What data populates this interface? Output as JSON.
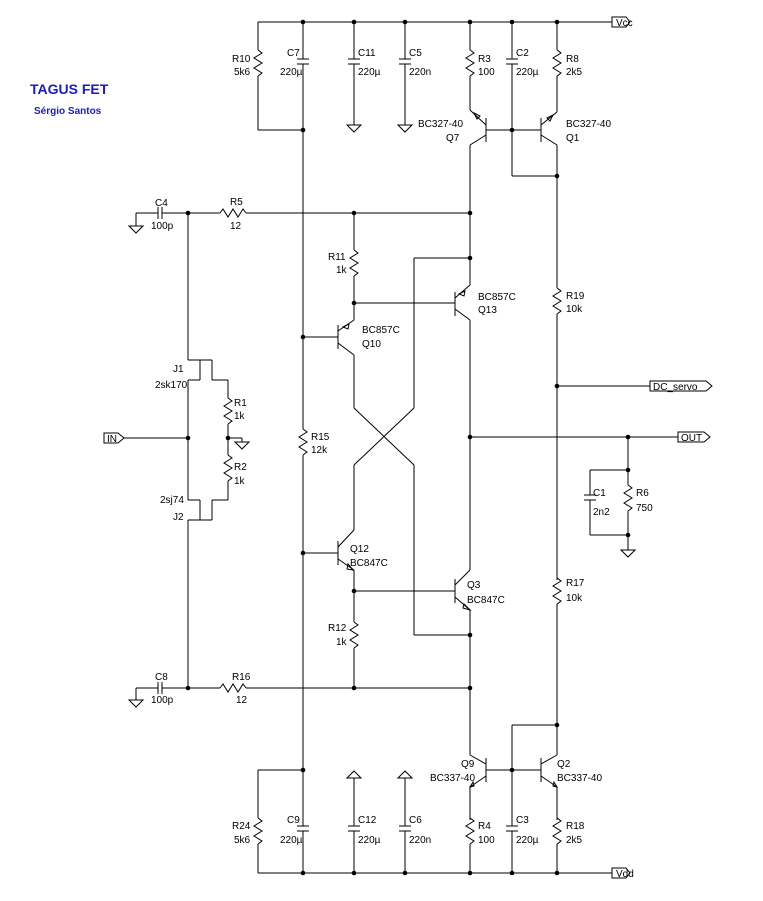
{
  "title": "TAGUS FET",
  "author": "Sérgio Santos",
  "ports": {
    "vcc": "Vcc",
    "vdd": "Vdd",
    "in": "IN",
    "out": "OUT",
    "dc_servo": "DC_servo"
  },
  "components": {
    "R10": {
      "ref": "R10",
      "value": "5k6"
    },
    "C7": {
      "ref": "C7",
      "value": "220µ"
    },
    "C11": {
      "ref": "C11",
      "value": "220µ"
    },
    "C5": {
      "ref": "C5",
      "value": "220n"
    },
    "R3": {
      "ref": "R3",
      "value": "100"
    },
    "C2": {
      "ref": "C2",
      "value": "220µ"
    },
    "R8": {
      "ref": "R8",
      "value": "2k5"
    },
    "Q7": {
      "ref": "Q7",
      "value": "BC327-40"
    },
    "Q1": {
      "ref": "Q1",
      "value": "BC327-40"
    },
    "C4": {
      "ref": "C4",
      "value": "100p"
    },
    "R5": {
      "ref": "R5",
      "value": "12"
    },
    "R11": {
      "ref": "R11",
      "value": "1k"
    },
    "Q13": {
      "ref": "Q13",
      "value": "BC857C"
    },
    "R19": {
      "ref": "R19",
      "value": "10k"
    },
    "Q10": {
      "ref": "Q10",
      "value": "BC857C"
    },
    "J1": {
      "ref": "J1",
      "value": "2sk170"
    },
    "R1": {
      "ref": "R1",
      "value": "1k"
    },
    "R15": {
      "ref": "R15",
      "value": "12k"
    },
    "R2": {
      "ref": "R2",
      "value": "1k"
    },
    "C1": {
      "ref": "C1",
      "value": "2n2"
    },
    "R6": {
      "ref": "R6",
      "value": "750"
    },
    "J2": {
      "ref": "J2",
      "value": "2sj74"
    },
    "Q12": {
      "ref": "Q12",
      "value": "BC847C"
    },
    "Q3": {
      "ref": "Q3",
      "value": "BC847C"
    },
    "R17": {
      "ref": "R17",
      "value": "10k"
    },
    "R12": {
      "ref": "R12",
      "value": "1k"
    },
    "C8": {
      "ref": "C8",
      "value": "100p"
    },
    "R16": {
      "ref": "R16",
      "value": "12"
    },
    "Q9": {
      "ref": "Q9",
      "value": "BC337-40"
    },
    "Q2": {
      "ref": "Q2",
      "value": "BC337-40"
    },
    "R24": {
      "ref": "R24",
      "value": "5k6"
    },
    "C9": {
      "ref": "C9",
      "value": "220µ"
    },
    "C12": {
      "ref": "C12",
      "value": "220µ"
    },
    "C6": {
      "ref": "C6",
      "value": "220n"
    },
    "R4": {
      "ref": "R4",
      "value": "100"
    },
    "C3": {
      "ref": "C3",
      "value": "220µ"
    },
    "R18": {
      "ref": "R18",
      "value": "2k5"
    }
  }
}
